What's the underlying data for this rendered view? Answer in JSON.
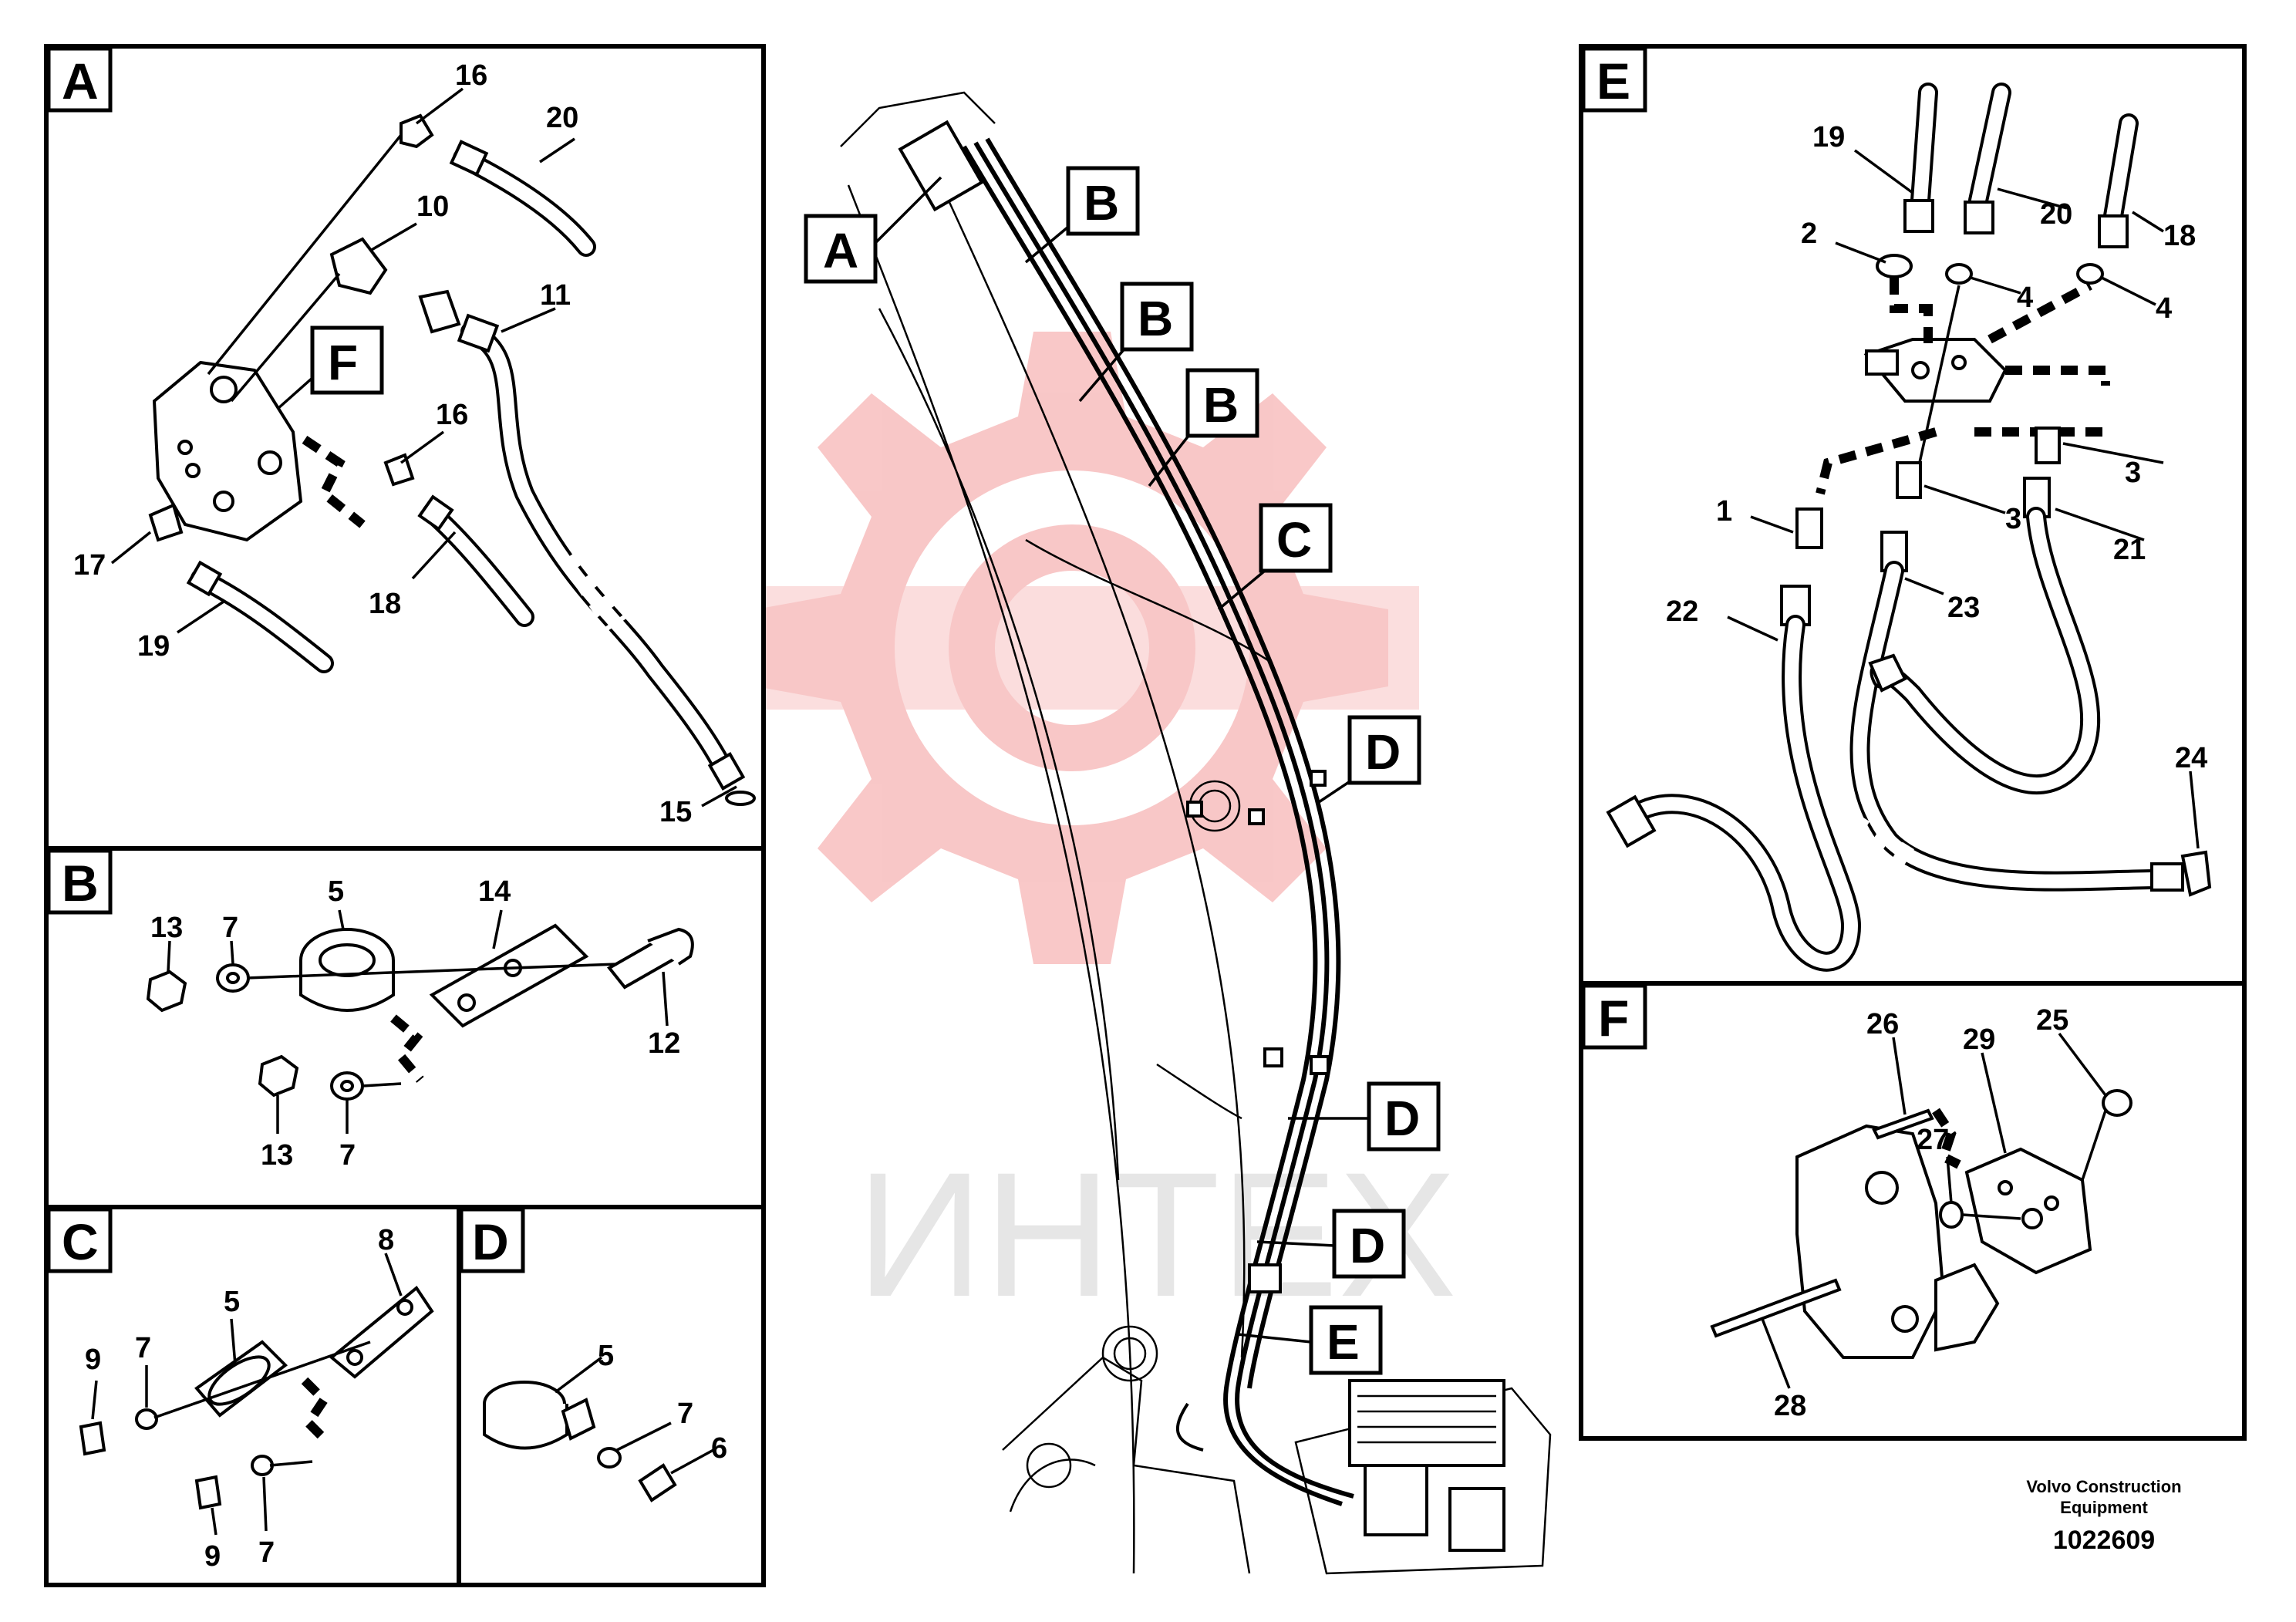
{
  "panels": {
    "A": {
      "label": "A",
      "numbers": [
        "16",
        "20",
        "10",
        "11",
        "F",
        "16",
        "17",
        "19",
        "18",
        "15"
      ]
    },
    "B": {
      "label": "B",
      "numbers": [
        "5",
        "14",
        "13",
        "7",
        "12",
        "13",
        "7"
      ]
    },
    "C": {
      "label": "C",
      "numbers": [
        "8",
        "5",
        "9",
        "7",
        "9",
        "7"
      ]
    },
    "D": {
      "label": "D",
      "numbers": [
        "5",
        "7",
        "6"
      ]
    },
    "E": {
      "label": "E",
      "numbers": [
        "19",
        "20",
        "18",
        "2",
        "4",
        "4",
        "3",
        "1",
        "3",
        "21",
        "22",
        "23",
        "24"
      ]
    },
    "F": {
      "label": "F",
      "numbers": [
        "26",
        "29",
        "25",
        "27",
        "28"
      ]
    }
  },
  "main_tags": {
    "A": "A",
    "B1": "B",
    "B2": "B",
    "B3": "B",
    "C": "C",
    "D1": "D",
    "D2": "D",
    "D3": "D",
    "E": "E"
  },
  "watermark": {
    "text": "ИНТЕХ",
    "color": "#f4b4b4"
  },
  "footer": {
    "brand_line1": "Volvo Construction",
    "brand_line2": "Equipment",
    "doc_number": "1022609"
  }
}
